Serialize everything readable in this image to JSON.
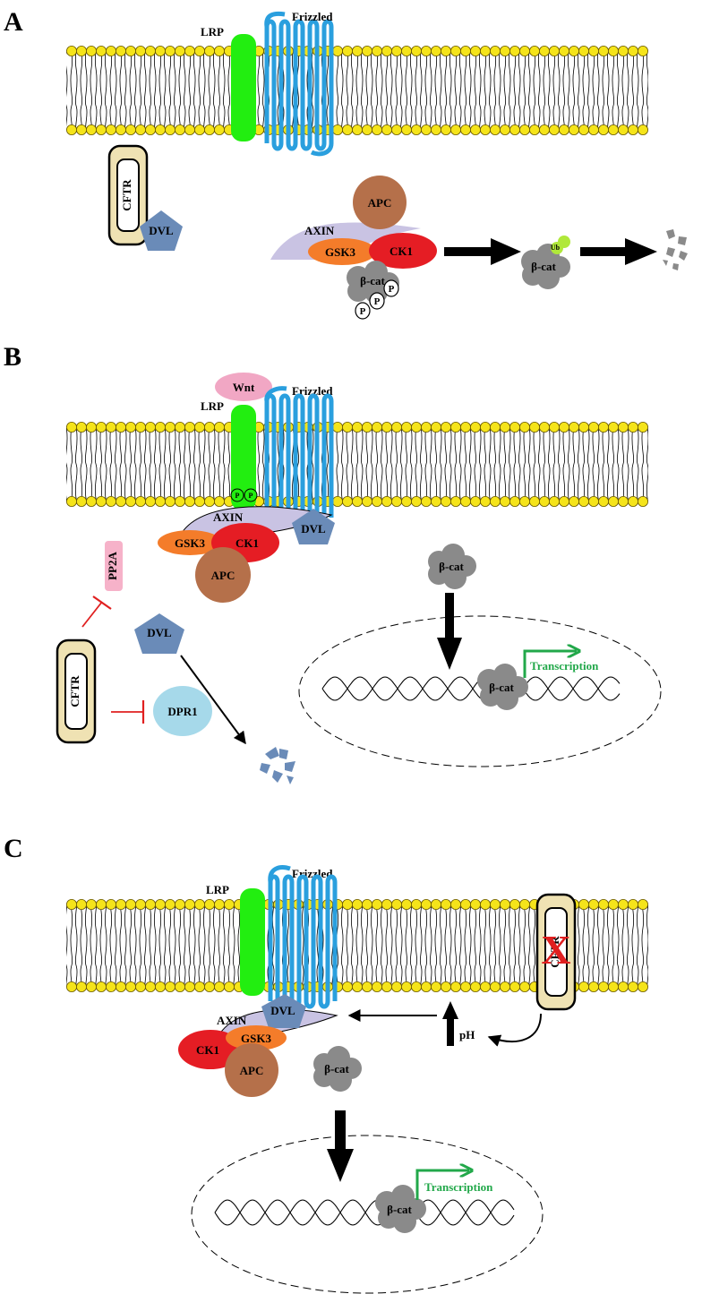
{
  "panels": {
    "a": {
      "letter": "A",
      "lrp": "LRP",
      "frizzled": "Frizzled",
      "cftr": "CFTR",
      "dvl": "DVL",
      "apc": "APC",
      "axin": "AXIN",
      "gsk3": "GSK3",
      "ck1": "CK1",
      "bcat": "β-cat",
      "bcat2": "β-cat",
      "ub": "Ub",
      "p1": "P",
      "p2": "P",
      "p3": "P"
    },
    "b": {
      "letter": "B",
      "wnt": "Wnt",
      "lrp": "LRP",
      "frizzled": "Frizzled",
      "p1": "P",
      "p2": "P",
      "axin": "AXIN",
      "dvl_membrane": "DVL",
      "gsk3": "GSK3",
      "ck1": "CK1",
      "apc": "APC",
      "pp2a": "PP2A",
      "cftr": "CFTR",
      "dvl_free": "DVL",
      "dpr1": "DPR1",
      "bcat_cyto": "β-cat",
      "bcat_nuc": "β-cat",
      "transcription": "Transcription"
    },
    "c": {
      "letter": "C",
      "lrp": "LRP",
      "frizzled": "Frizzled",
      "cftr": "CFTR",
      "x_mark": "X",
      "dvl": "DVL",
      "axin": "AXIN",
      "ck1": "CK1",
      "gsk3": "GSK3",
      "apc": "APC",
      "ph": "pH",
      "bcat_cyto": "β-cat",
      "bcat_nuc": "β-cat",
      "transcription": "Transcription"
    }
  },
  "colors": {
    "lipid_head": "#f5e41a",
    "lrp": "#22ee10",
    "frizzled": "#2a9fde",
    "cftr_fill": "#efe2b3",
    "dvl": "#6a8bb8",
    "apc": "#b5704a",
    "axin": "#c9c3e3",
    "gsk3": "#f47c2a",
    "ck1": "#e51d24",
    "bcat": "#8a8a8a",
    "ub": "#b0e83a",
    "wnt": "#f1a7c4",
    "pp2a": "#f6b2c9",
    "dpr1": "#a6d9ea",
    "transcription": "#22a84a",
    "inhibit": "#e02020"
  }
}
